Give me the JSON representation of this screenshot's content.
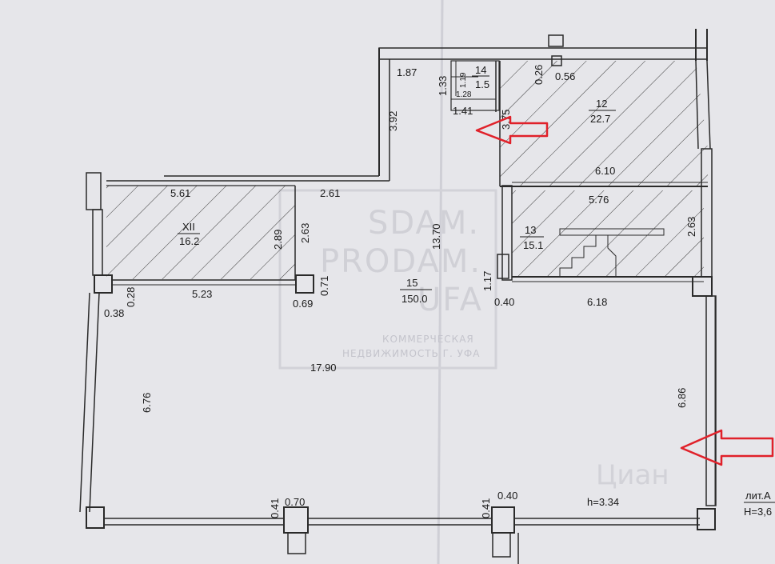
{
  "watermark": {
    "line1": "SDAM.",
    "line2": "PRODAM.",
    "line3": "UFA",
    "sub1": "КОММЕРЧЕСКАЯ",
    "sub2": "НЕДВИЖИМОСТЬ Г. УФА",
    "cian": "Циан"
  },
  "rooms": {
    "r12": {
      "number": "12",
      "area": "22.7"
    },
    "r13": {
      "number": "13",
      "area": "15.1"
    },
    "r14": {
      "number": "14",
      "area": "1.5"
    },
    "r15": {
      "number": "15",
      "area": "150.0"
    },
    "rXII": {
      "number": "XII",
      "area": "16.2"
    }
  },
  "dims": {
    "d187": "1.87",
    "d133": "1.33",
    "d119": "1.19",
    "d128": "1.28",
    "d141": "1.41",
    "d026": "0.26",
    "d056": "0.56",
    "d392": "3.92",
    "d375": "3.75",
    "d610": "6.10",
    "d576": "5.76",
    "d561": "5.61",
    "d261": "2.61",
    "d289": "2.89",
    "d263a": "2.63",
    "d263b": "2.63",
    "d1370": "13.70",
    "d117": "1.17",
    "d040a": "0.40",
    "d618": "6.18",
    "d028": "0.28",
    "d038": "0.38",
    "d523": "5.23",
    "d069": "0.69",
    "d071": "0.71",
    "d1790": "17.90",
    "d676": "6.76",
    "d686": "6.86",
    "d041a": "0.41",
    "d070": "0.70",
    "d041b": "0.41",
    "d040b": "0.40"
  },
  "notes": {
    "height": "h=3.34",
    "lit": "лит.А",
    "H": "Н=3,6"
  },
  "colors": {
    "wall": "#2a2a2a",
    "arrow": "#e0212a",
    "paper": "#e6e6ea"
  }
}
